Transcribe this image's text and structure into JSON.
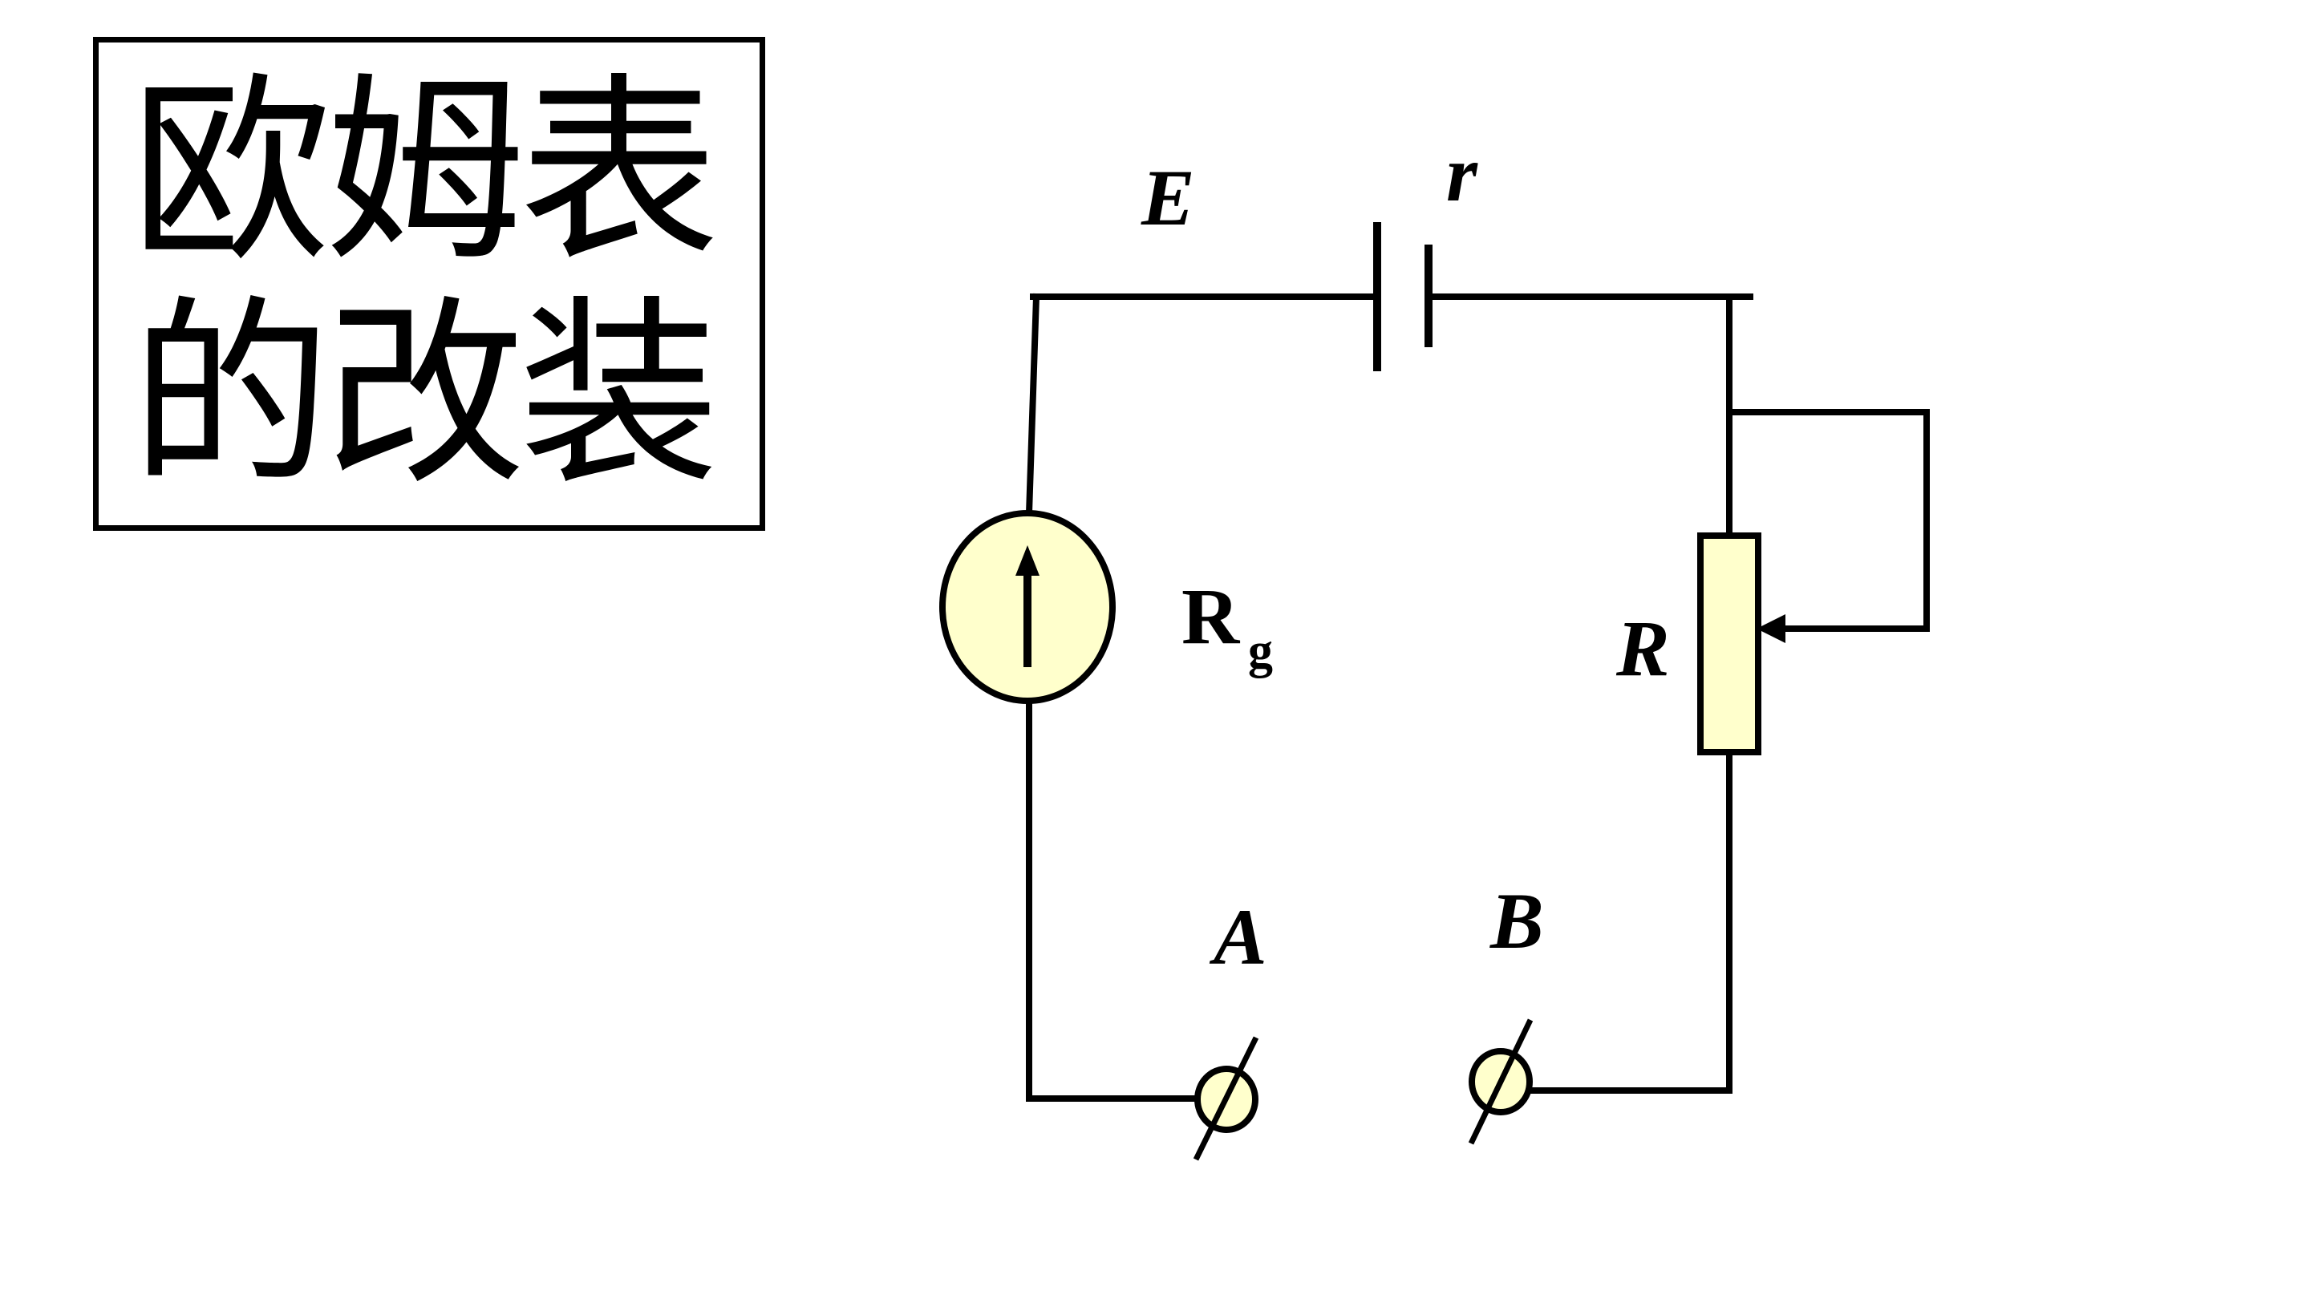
{
  "title": {
    "line1": "欧姆表",
    "line2": "的改装"
  },
  "labels": {
    "emf": "E",
    "internal_resistance": "r",
    "galvanometer_resistance": "R",
    "galvanometer_subscript": "g",
    "rheostat": "R",
    "terminal_a": "A",
    "terminal_b": "B"
  },
  "colors": {
    "wire": "#000000",
    "component_fill": "#ffffcc",
    "background": "#ffffff"
  }
}
